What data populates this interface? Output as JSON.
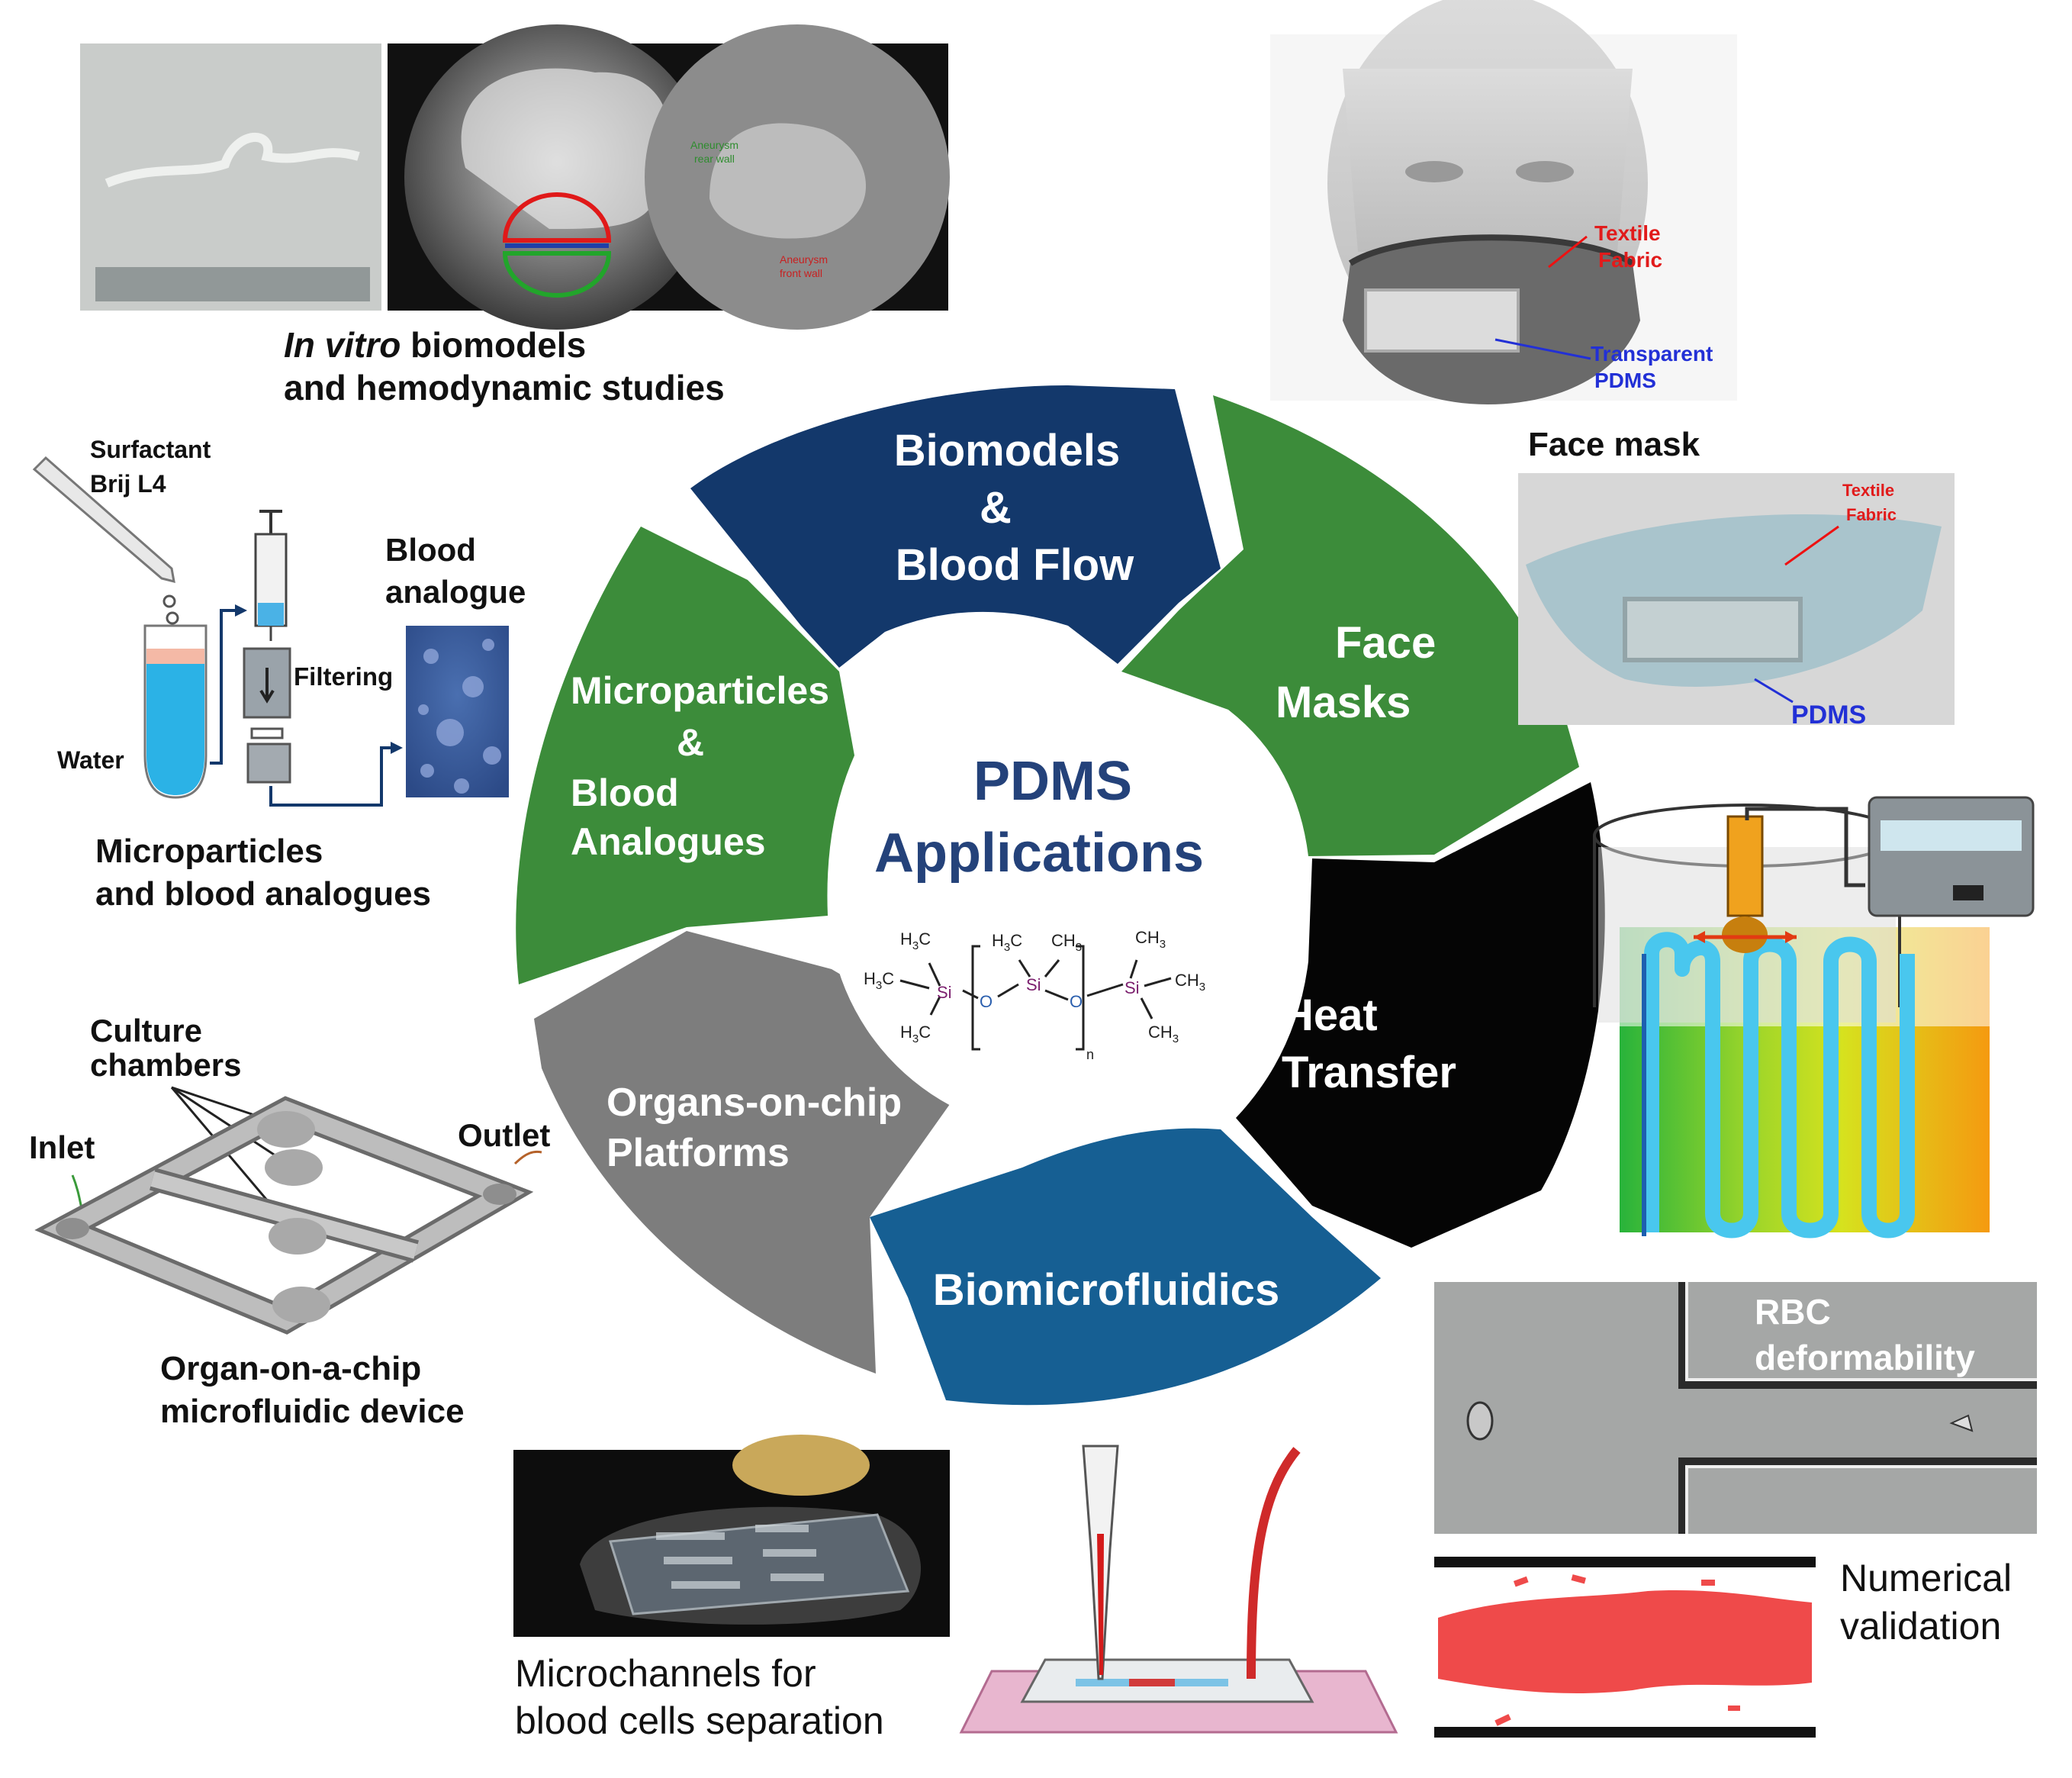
{
  "center": {
    "line1": "PDMS",
    "line2": "Applications"
  },
  "segments": {
    "biomodels": [
      "Biomodels",
      "&",
      "Blood Flow"
    ],
    "face_masks": [
      "Face",
      "Masks"
    ],
    "heat_transfer": [
      "Heat",
      "Transfer"
    ],
    "biomicrofluidics": [
      "Biomicrofluidics"
    ],
    "organs": [
      "Organs-on-chip",
      "Platforms"
    ],
    "microparticles": [
      "Microparticles",
      "&",
      "Blood",
      "Analogues"
    ]
  },
  "chem": {
    "ch3": "CH",
    "h3c": "H",
    "sub3": "3",
    "si": "Si",
    "o": "O",
    "n": "n"
  },
  "panels": {
    "invitro": {
      "italic": "In vitro",
      "rest": " biomodels",
      "line2": "and hemodynamic studies",
      "aneurysm_rear": [
        "Aneurysm",
        "rear wall"
      ],
      "aneurysm_front": [
        "Aneurysm",
        "front wall"
      ]
    },
    "facemask": {
      "title": "Face mask",
      "textile1": [
        "Textile",
        "Fabric"
      ],
      "transparent": [
        "Transparent",
        "PDMS"
      ],
      "textile2": [
        "Textile",
        "Fabric"
      ],
      "pdms": "PDMS"
    },
    "microparticles": {
      "surfactant": [
        "Surfactant",
        "Brij L4"
      ],
      "water": "Water",
      "filtering": "Filtering",
      "blood_analogue": [
        "Blood",
        "analogue"
      ],
      "caption": [
        "Microparticles",
        "and blood analogues"
      ]
    },
    "organ": {
      "culture": [
        "Culture",
        "chambers"
      ],
      "inlet": "Inlet",
      "outlet": "Outlet",
      "caption": [
        "Organ-on-a-chip",
        "microfluidic device"
      ]
    },
    "separation": {
      "caption": [
        "Microchannels for",
        "blood cells separation"
      ]
    },
    "rbc": {
      "label": [
        "RBC",
        "deformability"
      ],
      "numerical": [
        "Numerical",
        "validation"
      ]
    }
  },
  "colors": {
    "navy": "#13386b",
    "green": "#3c8c3a",
    "black": "#050505",
    "blue": "#165f93",
    "gray": "#7d7d7d",
    "title": "#24427a"
  }
}
